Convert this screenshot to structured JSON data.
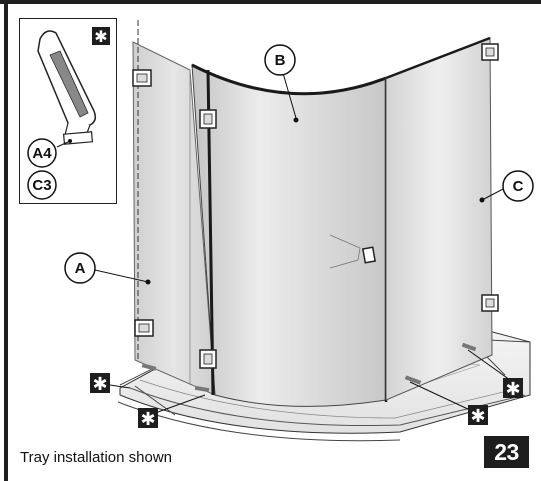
{
  "caption": "Tray installation shown",
  "step_number": "23",
  "inset": {
    "labels": [
      "A4",
      "C3"
    ],
    "tool_icon": "sealant-gun-icon",
    "marker_icon": "asterisk-box-icon"
  },
  "callouts": [
    "A",
    "B",
    "C"
  ],
  "marker_icon": "asterisk-box-icon",
  "colors": {
    "ink": "#1e1e1e",
    "glass": "#d9d9d9",
    "paper": "#ffffff"
  }
}
